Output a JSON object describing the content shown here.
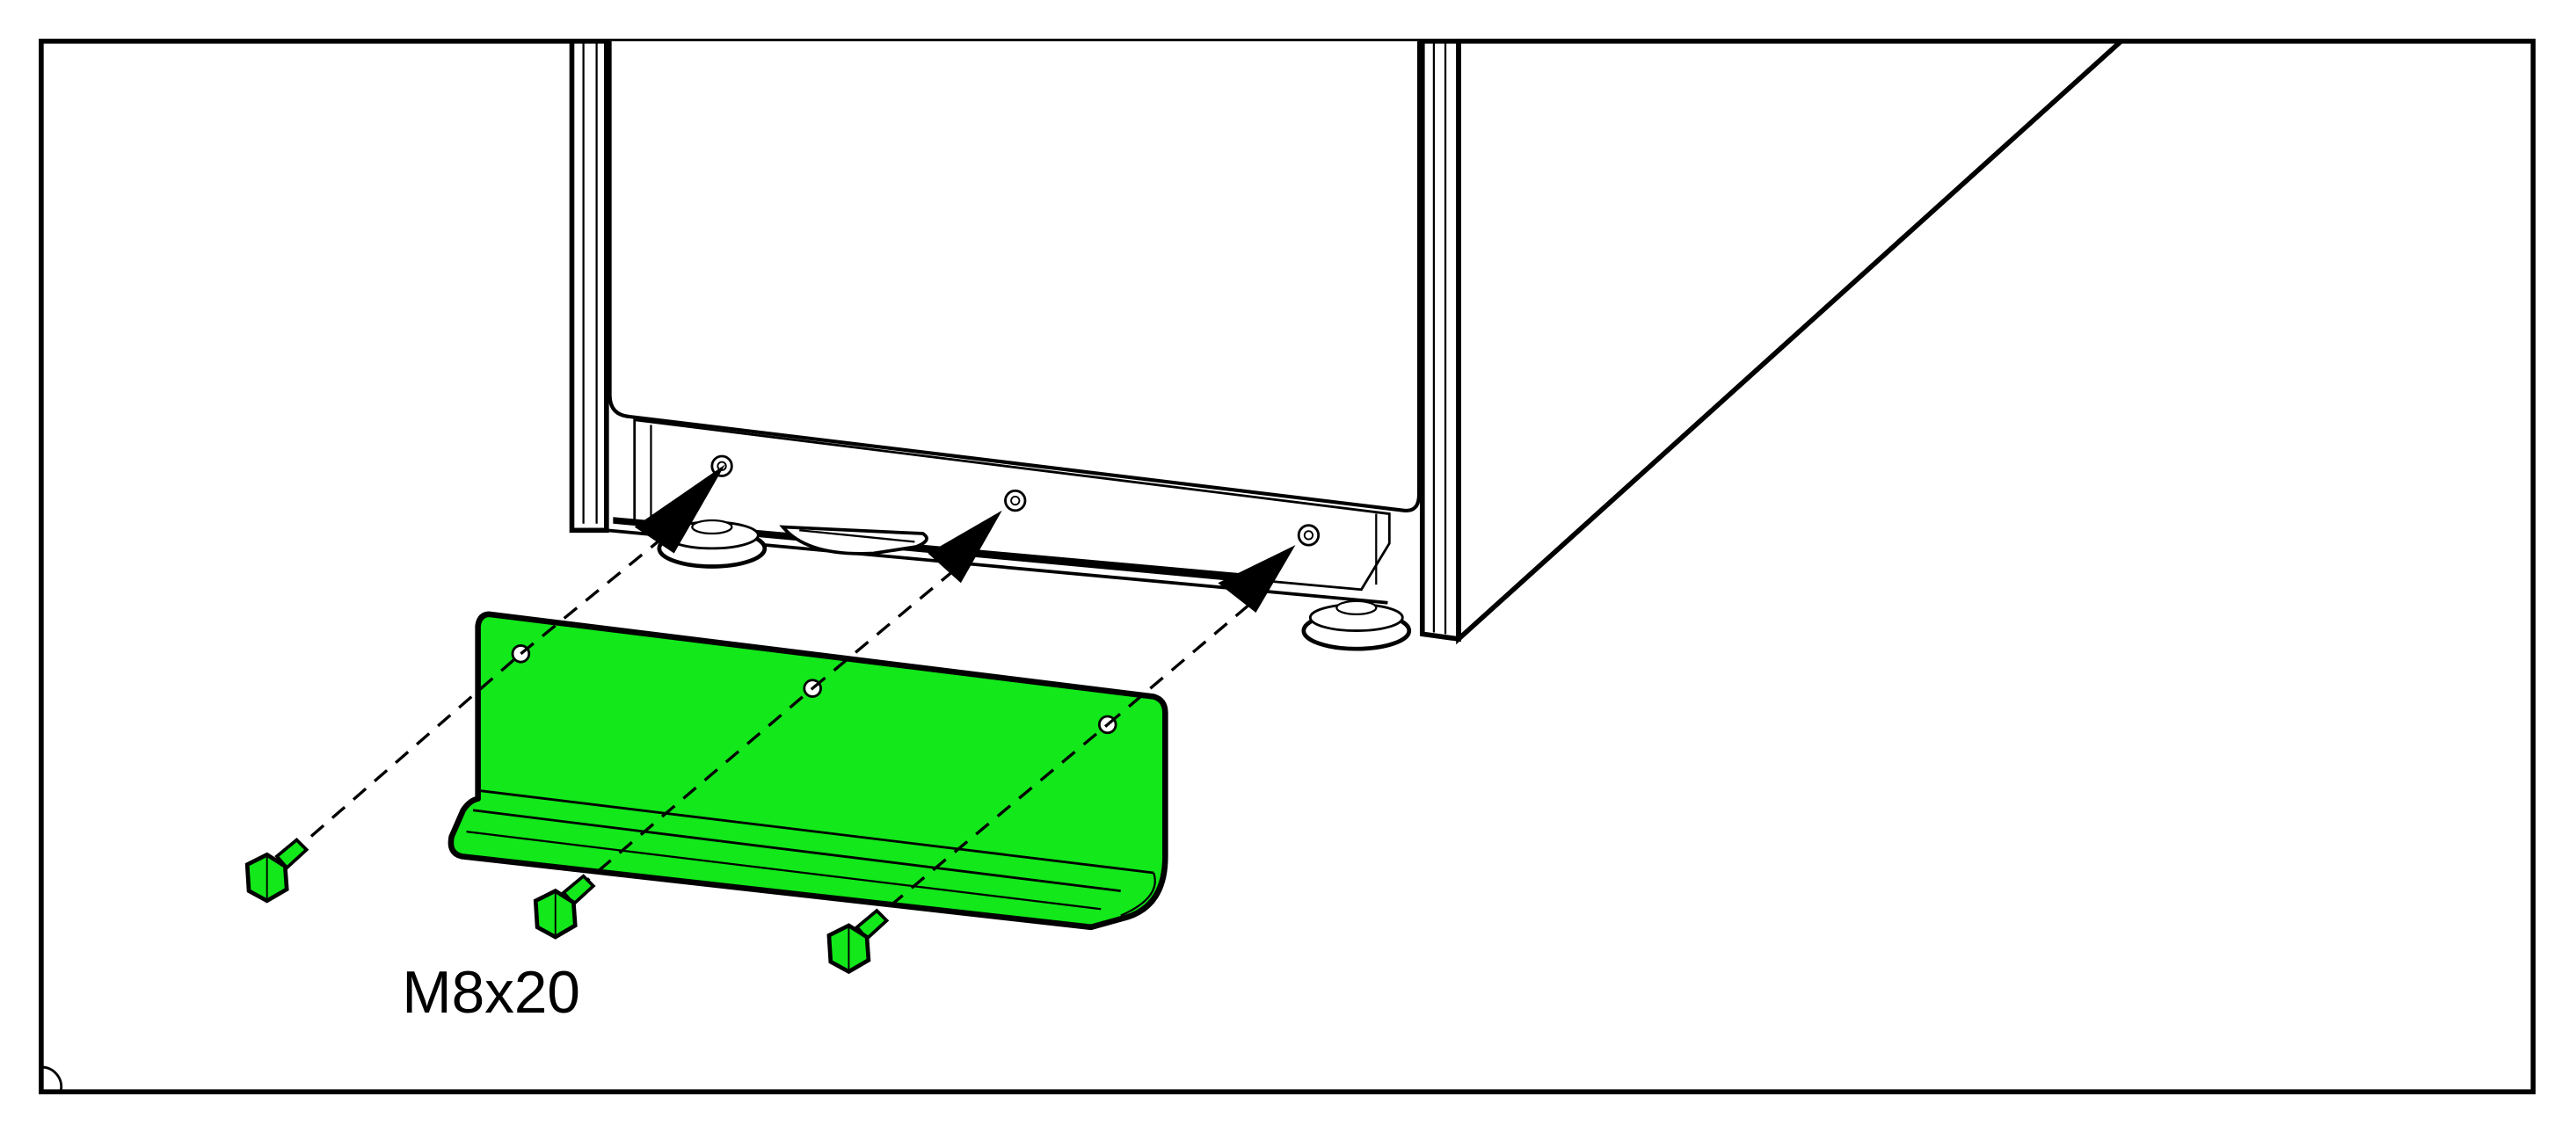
{
  "diagram": {
    "screw_label": "M8x20",
    "parts": {
      "cabinet": "cabinet-front",
      "bracket": "anchor-bracket",
      "screws": [
        "screw-left",
        "screw-middle",
        "screw-right"
      ]
    },
    "colors": {
      "part_highlight": "#12e81a",
      "part_highlight_dark": "#0a9c10",
      "outline": "#000000",
      "background": "#ffffff"
    }
  }
}
